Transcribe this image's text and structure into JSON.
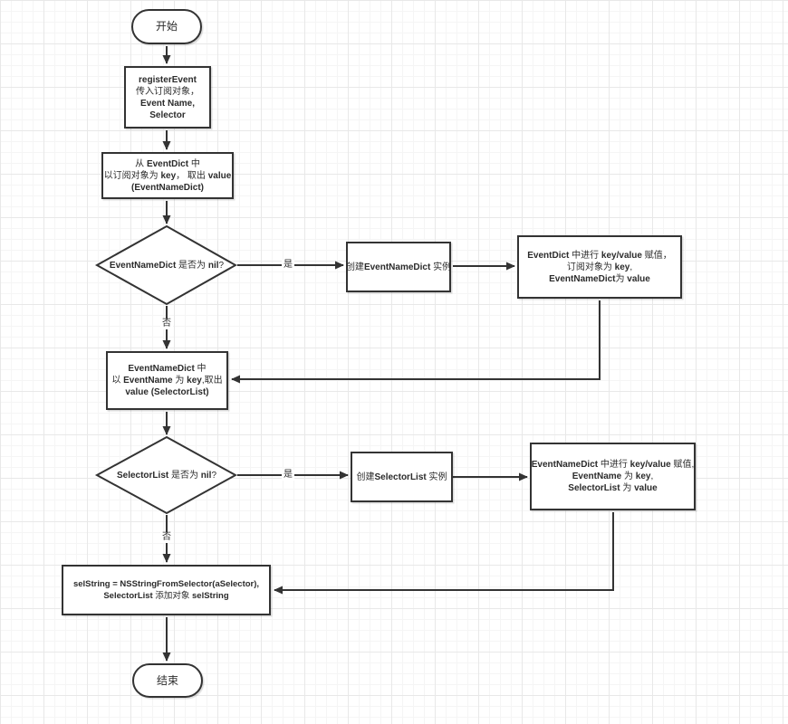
{
  "colors": {
    "background": "#ffffff",
    "grid_minor": "#f5f5f5",
    "grid_major": "#e8e8e8",
    "line": "#333333",
    "node_border": "#333333",
    "node_fill": "#ffffff",
    "text": "#2b2b2b"
  },
  "nodes": {
    "start": {
      "shape": "terminator",
      "label": "开始"
    },
    "register_event": {
      "shape": "process",
      "lines": [
        [
          {
            "t": "registerEvent",
            "b": true
          }
        ],
        [
          {
            "t": "传入订阅对象，",
            "b": false
          }
        ],
        [
          {
            "t": "Event Name,",
            "b": true
          }
        ],
        [
          {
            "t": "Selector",
            "b": true
          }
        ]
      ]
    },
    "lookup_eventdict": {
      "shape": "process",
      "lines": [
        [
          {
            "t": "从 ",
            "b": false
          },
          {
            "t": "EventDict",
            "b": true
          },
          {
            "t": " 中",
            "b": false
          }
        ],
        [
          {
            "t": "以订阅对象为 ",
            "b": false
          },
          {
            "t": "key",
            "b": true
          },
          {
            "t": "， 取出 ",
            "b": false
          },
          {
            "t": "value",
            "b": true
          }
        ],
        [
          {
            "t": "(EventNameDict)",
            "b": true
          }
        ]
      ]
    },
    "check_eventnamedict": {
      "shape": "decision",
      "lines": [
        [
          {
            "t": "EventNameDict",
            "b": true
          },
          {
            "t": " 是否为 ",
            "b": false
          },
          {
            "t": "nil",
            "b": true
          },
          {
            "t": "?",
            "b": false
          }
        ]
      ]
    },
    "create_eventnamedict": {
      "shape": "process",
      "lines": [
        [
          {
            "t": "创建",
            "b": false
          },
          {
            "t": "EventNameDict",
            "b": true
          },
          {
            "t": " 实例",
            "b": false
          }
        ]
      ]
    },
    "assign_eventdict": {
      "shape": "process",
      "lines": [
        [
          {
            "t": "EventDict",
            "b": true
          },
          {
            "t": " 中进行 ",
            "b": false
          },
          {
            "t": "key/value",
            "b": true
          },
          {
            "t": " 赋值，",
            "b": false
          }
        ],
        [
          {
            "t": "订阅对象为 ",
            "b": false
          },
          {
            "t": "key",
            "b": true
          },
          {
            "t": ",",
            "b": false
          }
        ],
        [
          {
            "t": "EventNameDict",
            "b": true
          },
          {
            "t": "为 ",
            "b": false
          },
          {
            "t": "value",
            "b": true
          }
        ]
      ]
    },
    "lookup_eventnamedict": {
      "shape": "process",
      "lines": [
        [
          {
            "t": "EventNameDict",
            "b": true
          },
          {
            "t": " 中",
            "b": false
          }
        ],
        [
          {
            "t": "以 ",
            "b": false
          },
          {
            "t": "EventName",
            "b": true
          },
          {
            "t": " 为 ",
            "b": false
          },
          {
            "t": "key",
            "b": true
          },
          {
            "t": ",取出",
            "b": false
          }
        ],
        [
          {
            "t": "value (SelectorList)",
            "b": true
          }
        ]
      ]
    },
    "check_selectorlist": {
      "shape": "decision",
      "lines": [
        [
          {
            "t": "SelectorList",
            "b": true
          },
          {
            "t": " 是否为 ",
            "b": false
          },
          {
            "t": "nil",
            "b": true
          },
          {
            "t": "?",
            "b": false
          }
        ]
      ]
    },
    "create_selectorlist": {
      "shape": "process",
      "lines": [
        [
          {
            "t": "创建",
            "b": false
          },
          {
            "t": "SelectorList",
            "b": true
          },
          {
            "t": " 实例",
            "b": false
          }
        ]
      ]
    },
    "assign_eventnamedict": {
      "shape": "process",
      "lines": [
        [
          {
            "t": "EventNameDict",
            "b": true
          },
          {
            "t": " 中进行 ",
            "b": false
          },
          {
            "t": "key/value",
            "b": true
          },
          {
            "t": " 赋值,",
            "b": false
          }
        ],
        [
          {
            "t": "EventName",
            "b": true
          },
          {
            "t": " 为 ",
            "b": false
          },
          {
            "t": "key",
            "b": true
          },
          {
            "t": ",",
            "b": false
          }
        ],
        [
          {
            "t": "SelectorList",
            "b": true
          },
          {
            "t": " 为 ",
            "b": false
          },
          {
            "t": "value",
            "b": true
          }
        ]
      ]
    },
    "add_selstring": {
      "shape": "process",
      "lines": [
        [
          {
            "t": "selString = NSStringFromSelector(aSelector),",
            "b": true
          }
        ],
        [
          {
            "t": "SelectorList",
            "b": true
          },
          {
            "t": " 添加对象 ",
            "b": false
          },
          {
            "t": "selString",
            "b": true
          }
        ]
      ]
    },
    "end": {
      "shape": "terminator",
      "label": "结束"
    }
  },
  "edge_labels": {
    "yes_1": "是",
    "no_1": "否",
    "yes_2": "是",
    "no_2": "否"
  }
}
